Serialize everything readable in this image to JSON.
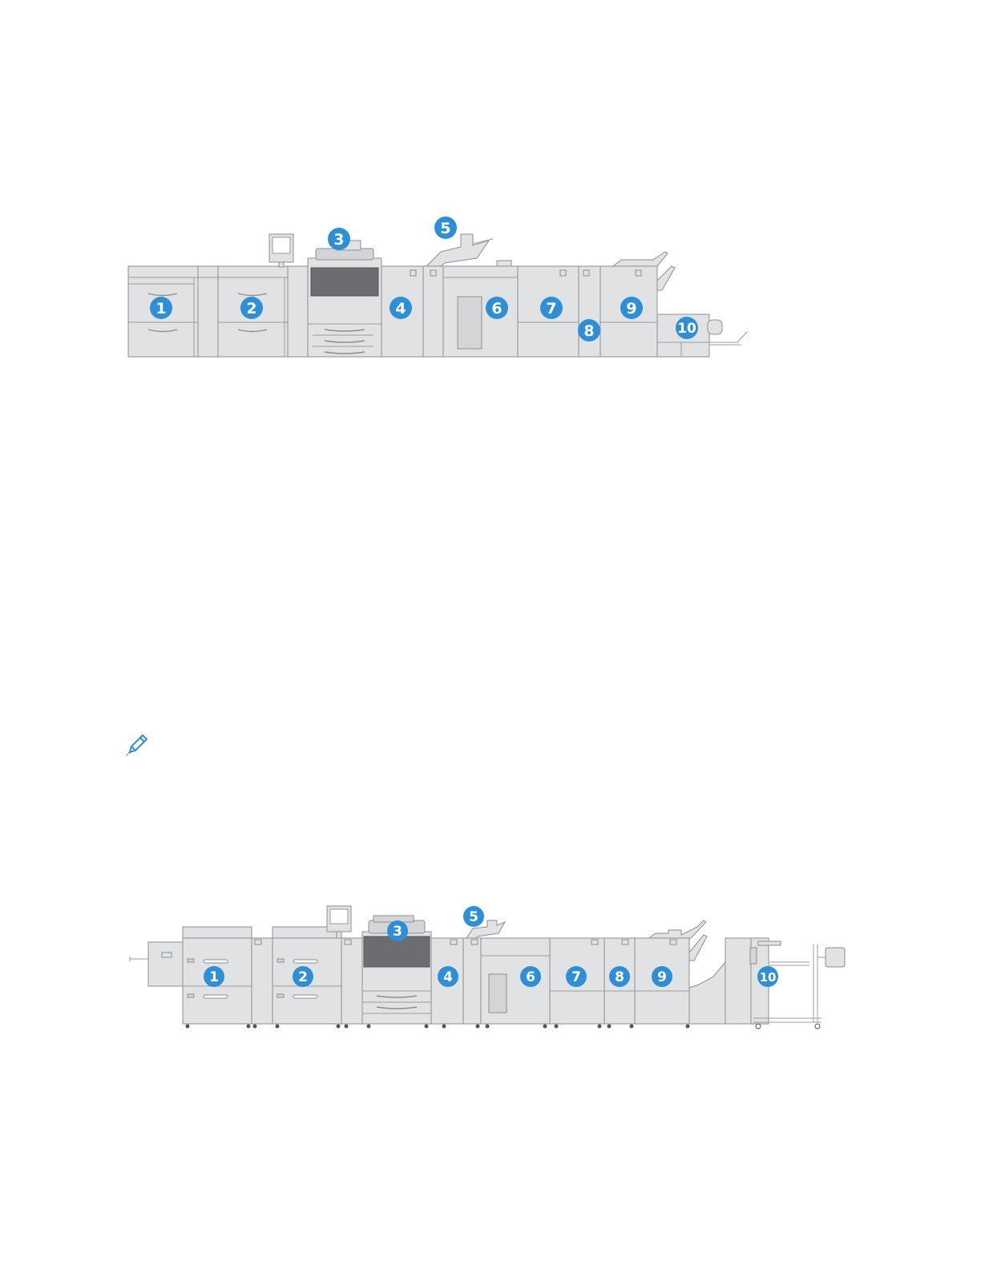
{
  "figures": [
    {
      "id": "top",
      "callouts": [
        "1",
        "2",
        "3",
        "4",
        "5",
        "6",
        "7",
        "8",
        "9",
        "10"
      ]
    },
    {
      "id": "bottom",
      "callouts": [
        "1",
        "2",
        "3",
        "4",
        "5",
        "6",
        "7",
        "8",
        "9",
        "10"
      ]
    }
  ],
  "note": {
    "icon": "pencil-icon",
    "color": "#2e8fd6"
  },
  "colors": {
    "callout": "#2e8fd6",
    "machine": "#e1e2e3",
    "outline": "#8d8f91"
  }
}
